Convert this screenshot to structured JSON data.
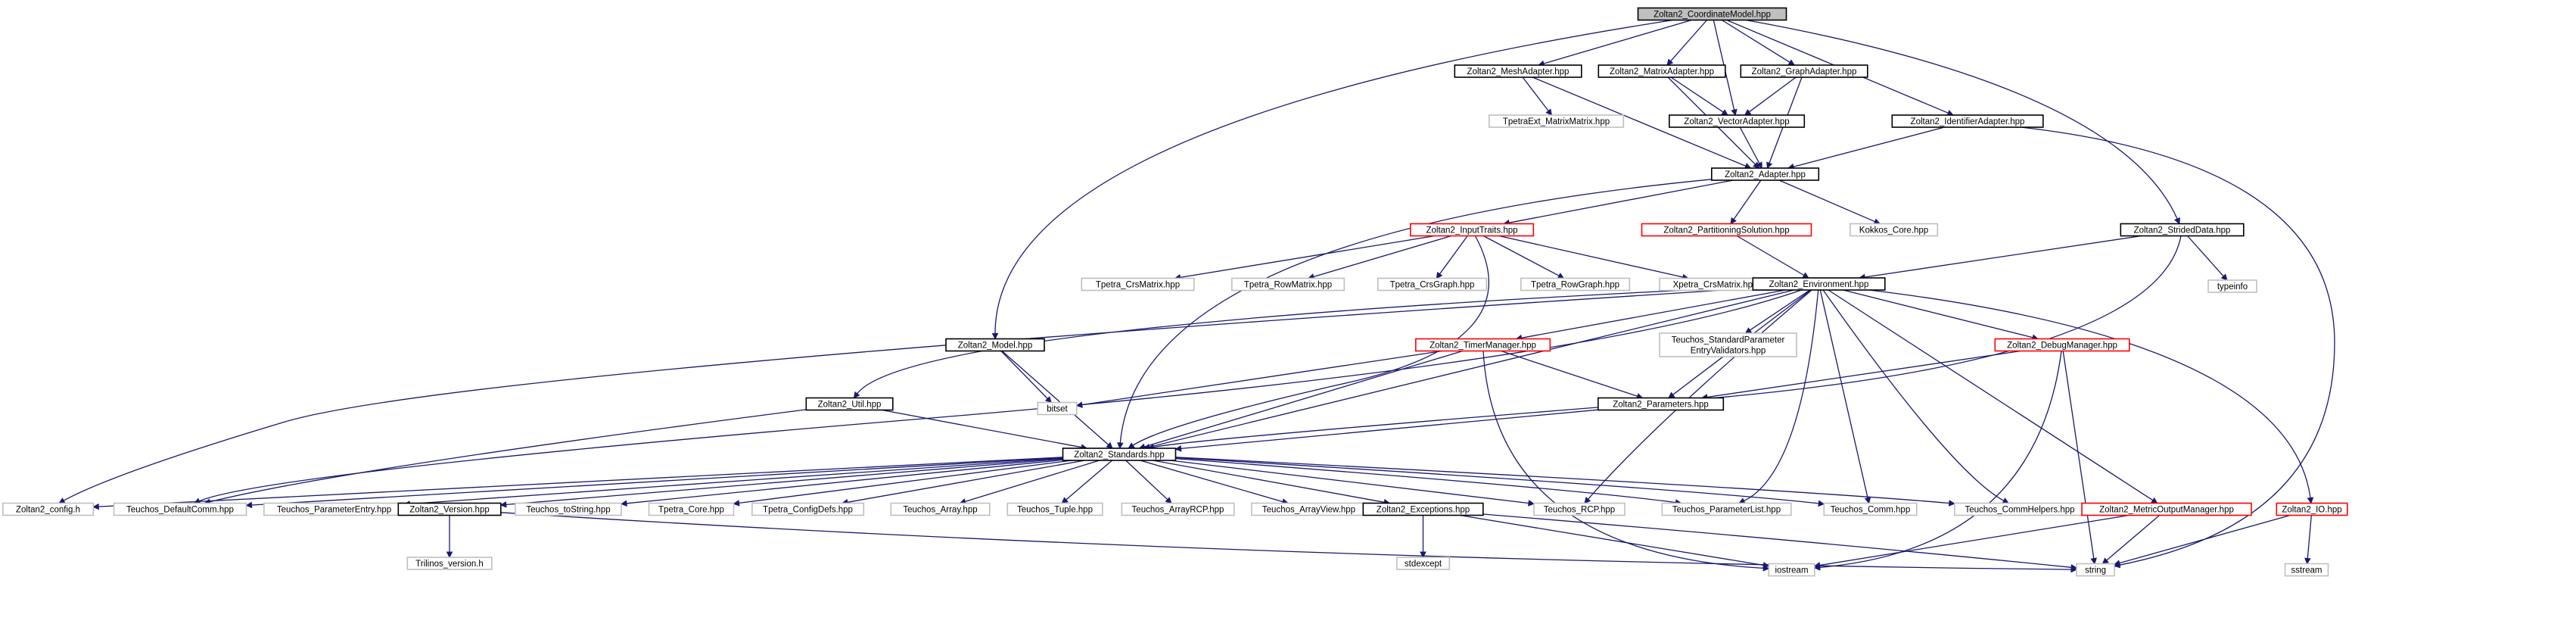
{
  "graph": {
    "nodes": [
      {
        "id": "coord",
        "label": "Zoltan2_CoordinateModel.hpp",
        "style": "root"
      },
      {
        "id": "mesh",
        "label": "Zoltan2_MeshAdapter.hpp",
        "style": "black"
      },
      {
        "id": "matrix",
        "label": "Zoltan2_MatrixAdapter.hpp",
        "style": "black"
      },
      {
        "id": "graphad",
        "label": "Zoltan2_GraphAdapter.hpp",
        "style": "black"
      },
      {
        "id": "vector",
        "label": "Zoltan2_VectorAdapter.hpp",
        "style": "black"
      },
      {
        "id": "ident",
        "label": "Zoltan2_IdentifierAdapter.hpp",
        "style": "black"
      },
      {
        "id": "tpetraext",
        "label": "TpetraExt_MatrixMatrix.hpp",
        "style": "gray"
      },
      {
        "id": "adapter",
        "label": "Zoltan2_Adapter.hpp",
        "style": "black"
      },
      {
        "id": "inputtraits",
        "label": "Zoltan2_InputTraits.hpp",
        "style": "red"
      },
      {
        "id": "partsol",
        "label": "Zoltan2_PartitioningSolution.hpp",
        "style": "red"
      },
      {
        "id": "kokkos",
        "label": "Kokkos_Core.hpp",
        "style": "gray"
      },
      {
        "id": "strided",
        "label": "Zoltan2_StridedData.hpp",
        "style": "black"
      },
      {
        "id": "typeinfo",
        "label": "typeinfo",
        "style": "gray"
      },
      {
        "id": "tcrsmat",
        "label": "Tpetra_CrsMatrix.hpp",
        "style": "gray"
      },
      {
        "id": "trowmat",
        "label": "Tpetra_RowMatrix.hpp",
        "style": "gray"
      },
      {
        "id": "tcrsgraph",
        "label": "Tpetra_CrsGraph.hpp",
        "style": "gray"
      },
      {
        "id": "trowgraph",
        "label": "Tpetra_RowGraph.hpp",
        "style": "gray"
      },
      {
        "id": "xcrsmat",
        "label": "Xpetra_CrsMatrix.hpp",
        "style": "gray"
      },
      {
        "id": "env",
        "label": "Zoltan2_Environment.hpp",
        "style": "black"
      },
      {
        "id": "model",
        "label": "Zoltan2_Model.hpp",
        "style": "black"
      },
      {
        "id": "timer",
        "label": "Zoltan2_TimerManager.hpp",
        "style": "red"
      },
      {
        "id": "tspev",
        "label": [
          "Teuchos_StandardParameter",
          "EntryValidators.hpp"
        ],
        "style": "gray"
      },
      {
        "id": "debug",
        "label": "Zoltan2_DebugManager.hpp",
        "style": "red"
      },
      {
        "id": "util",
        "label": "Zoltan2_Util.hpp",
        "style": "black"
      },
      {
        "id": "bitset",
        "label": "bitset",
        "style": "gray"
      },
      {
        "id": "params",
        "label": "Zoltan2_Parameters.hpp",
        "style": "black"
      },
      {
        "id": "standards",
        "label": "Zoltan2_Standards.hpp",
        "style": "black"
      },
      {
        "id": "config",
        "label": "Zoltan2_config.h",
        "style": "gray"
      },
      {
        "id": "tdefcomm",
        "label": "Teuchos_DefaultComm.hpp",
        "style": "gray"
      },
      {
        "id": "tparamentry",
        "label": "Teuchos_ParameterEntry.hpp",
        "style": "gray"
      },
      {
        "id": "version",
        "label": "Zoltan2_Version.hpp",
        "style": "black"
      },
      {
        "id": "ttostring",
        "label": "Teuchos_toString.hpp",
        "style": "gray"
      },
      {
        "id": "tpcore",
        "label": "Tpetra_Core.hpp",
        "style": "gray"
      },
      {
        "id": "tpconfig",
        "label": "Tpetra_ConfigDefs.hpp",
        "style": "gray"
      },
      {
        "id": "tarray",
        "label": "Teuchos_Array.hpp",
        "style": "gray"
      },
      {
        "id": "ttuple",
        "label": "Teuchos_Tuple.hpp",
        "style": "gray"
      },
      {
        "id": "tarrayrcp",
        "label": "Teuchos_ArrayRCP.hpp",
        "style": "gray"
      },
      {
        "id": "tarrayview",
        "label": "Teuchos_ArrayView.hpp",
        "style": "gray"
      },
      {
        "id": "exceptions",
        "label": "Zoltan2_Exceptions.hpp",
        "style": "black"
      },
      {
        "id": "trcp",
        "label": "Teuchos_RCP.hpp",
        "style": "gray"
      },
      {
        "id": "tparamlist",
        "label": "Teuchos_ParameterList.hpp",
        "style": "gray"
      },
      {
        "id": "tcomm",
        "label": "Teuchos_Comm.hpp",
        "style": "gray"
      },
      {
        "id": "tcommhelpers",
        "label": "Teuchos_CommHelpers.hpp",
        "style": "gray"
      },
      {
        "id": "metricout",
        "label": "Zoltan2_MetricOutputManager.hpp",
        "style": "red"
      },
      {
        "id": "io",
        "label": "Zoltan2_IO.hpp",
        "style": "red"
      },
      {
        "id": "trilinos",
        "label": "Trilinos_version.h",
        "style": "gray"
      },
      {
        "id": "stdexcept",
        "label": "stdexcept",
        "style": "gray"
      },
      {
        "id": "iostream",
        "label": "iostream",
        "style": "gray"
      },
      {
        "id": "string",
        "label": "string",
        "style": "gray"
      },
      {
        "id": "sstream",
        "label": "sstream",
        "style": "gray"
      }
    ],
    "edges": [
      [
        "coord",
        "mesh"
      ],
      [
        "coord",
        "matrix"
      ],
      [
        "coord",
        "vector"
      ],
      [
        "coord",
        "graphad"
      ],
      [
        "coord",
        "ident"
      ],
      [
        "coord",
        "strided"
      ],
      [
        "coord",
        "model"
      ],
      [
        "mesh",
        "tpetraext"
      ],
      [
        "mesh",
        "adapter"
      ],
      [
        "matrix",
        "vector"
      ],
      [
        "matrix",
        "adapter"
      ],
      [
        "graphad",
        "vector"
      ],
      [
        "graphad",
        "adapter"
      ],
      [
        "vector",
        "adapter"
      ],
      [
        "ident",
        "adapter"
      ],
      [
        "ident",
        "string"
      ],
      [
        "adapter",
        "inputtraits"
      ],
      [
        "adapter",
        "partsol"
      ],
      [
        "adapter",
        "kokkos"
      ],
      [
        "adapter",
        "standards"
      ],
      [
        "inputtraits",
        "tcrsmat"
      ],
      [
        "inputtraits",
        "trowmat"
      ],
      [
        "inputtraits",
        "tcrsgraph"
      ],
      [
        "inputtraits",
        "trowgraph"
      ],
      [
        "inputtraits",
        "xcrsmat"
      ],
      [
        "inputtraits",
        "standards"
      ],
      [
        "partsol",
        "env"
      ],
      [
        "strided",
        "env"
      ],
      [
        "strided",
        "typeinfo"
      ],
      [
        "strided",
        "standards"
      ],
      [
        "env",
        "config"
      ],
      [
        "env",
        "tdefcomm"
      ],
      [
        "env",
        "util"
      ],
      [
        "env",
        "timer"
      ],
      [
        "env",
        "tspev"
      ],
      [
        "env",
        "debug"
      ],
      [
        "env",
        "params"
      ],
      [
        "env",
        "standards"
      ],
      [
        "env",
        "trcp"
      ],
      [
        "env",
        "tparamlist"
      ],
      [
        "env",
        "tcomm"
      ],
      [
        "env",
        "tcommhelpers"
      ],
      [
        "env",
        "metricout"
      ],
      [
        "env",
        "io"
      ],
      [
        "model",
        "bitset"
      ],
      [
        "model",
        "standards"
      ],
      [
        "timer",
        "bitset"
      ],
      [
        "timer",
        "params"
      ],
      [
        "timer",
        "standards"
      ],
      [
        "timer",
        "iostream"
      ],
      [
        "debug",
        "params"
      ],
      [
        "debug",
        "iostream"
      ],
      [
        "debug",
        "string"
      ],
      [
        "util",
        "tdefcomm"
      ],
      [
        "util",
        "standards"
      ],
      [
        "params",
        "standards"
      ],
      [
        "standards",
        "config"
      ],
      [
        "standards",
        "tdefcomm"
      ],
      [
        "standards",
        "tparamentry"
      ],
      [
        "standards",
        "version"
      ],
      [
        "standards",
        "ttostring"
      ],
      [
        "standards",
        "tpcore"
      ],
      [
        "standards",
        "tpconfig"
      ],
      [
        "standards",
        "tarray"
      ],
      [
        "standards",
        "ttuple"
      ],
      [
        "standards",
        "tarrayrcp"
      ],
      [
        "standards",
        "tarrayview"
      ],
      [
        "standards",
        "exceptions"
      ],
      [
        "standards",
        "trcp"
      ],
      [
        "standards",
        "tparamlist"
      ],
      [
        "standards",
        "tcomm"
      ],
      [
        "standards",
        "tcommhelpers"
      ],
      [
        "version",
        "trilinos"
      ],
      [
        "version",
        "string"
      ],
      [
        "exceptions",
        "stdexcept"
      ],
      [
        "exceptions",
        "iostream"
      ],
      [
        "exceptions",
        "string"
      ],
      [
        "metricout",
        "iostream"
      ],
      [
        "metricout",
        "string"
      ],
      [
        "io",
        "string"
      ],
      [
        "io",
        "sstream"
      ]
    ]
  },
  "colors": {
    "edge": "#191970",
    "root_fill": "#bfbfbf",
    "black_stroke": "#000000",
    "red_stroke": "#ff0000",
    "gray_stroke": "#bfbfbf"
  }
}
